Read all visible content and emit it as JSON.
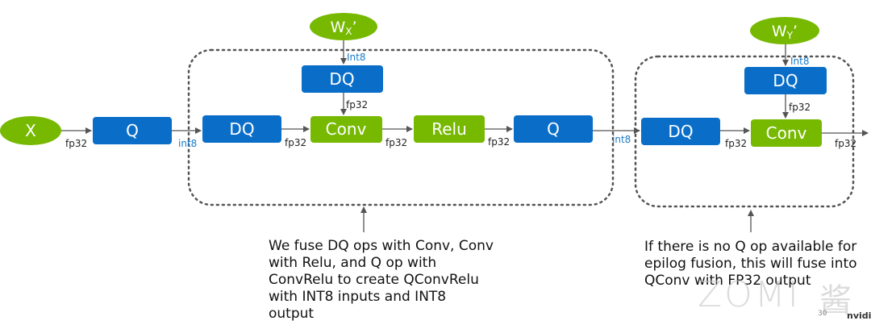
{
  "nodes": {
    "x": "X",
    "q1": "Q",
    "dq_left": "DQ",
    "dq_weight_left": "DQ",
    "conv_left": "Conv",
    "relu": "Relu",
    "q2": "Q",
    "dq_right": "DQ",
    "dq_weight_right": "DQ",
    "conv_right": "Conv"
  },
  "weights": {
    "wx": {
      "base": "W",
      "sub": "X",
      "prime": "’"
    },
    "wy": {
      "base": "W",
      "sub": "Y",
      "prime": "’"
    }
  },
  "edge_labels": {
    "x_to_q": "fp32",
    "q_to_dq": "int8",
    "dq_to_conv": "fp32",
    "wx_int": "Int8",
    "wdq_to_conv": "fp32",
    "conv_to_relu": "fp32",
    "relu_to_q": "fp32",
    "q_to_dq_right": "int8",
    "dq_to_conv_right": "fp32",
    "wy_int": "Int8",
    "wdq_to_conv_right": "fp32",
    "conv_out": "fp32"
  },
  "notes": {
    "left": [
      "We fuse DQ ops with Conv, Conv",
      "with Relu, and Q op with",
      "ConvRelu to create QConvRelu",
      "with INT8 inputs and INT8",
      "output"
    ],
    "right": [
      "If there is no Q op available for",
      "epilog fusion, this will fuse into",
      "QConv with FP32 output"
    ]
  },
  "watermark": {
    "text": "ZOMI",
    "glyph": "酱",
    "page": "30",
    "brand": "nvidi"
  },
  "colors": {
    "green": "#76b900",
    "blue": "#0a6ec8",
    "int_label": "#1a7bc9",
    "dotted": "#555555"
  }
}
